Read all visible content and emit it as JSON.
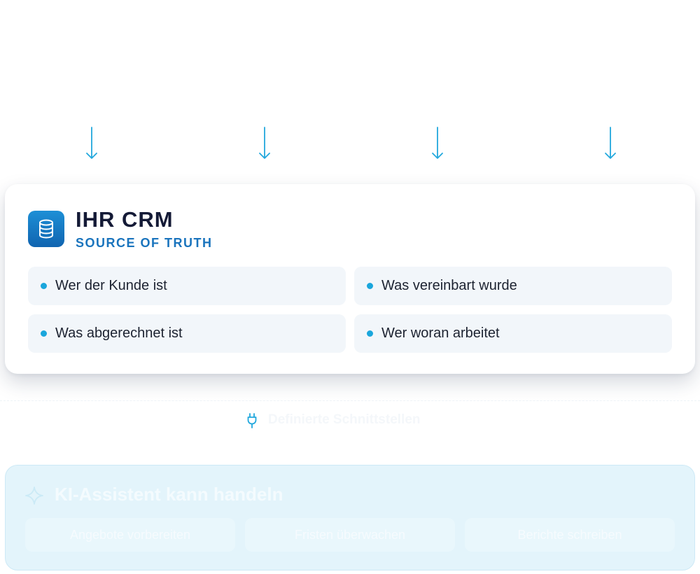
{
  "crm": {
    "title": "IHR CRM",
    "subtitle": "SOURCE OF TRUTH",
    "icon": "database-icon",
    "facts": [
      "Wer der Kunde ist",
      "Was vereinbart wurde",
      "Was abgerechnet ist",
      "Wer woran arbeitet"
    ]
  },
  "interface": {
    "icon": "plug-icon",
    "label": "Definierte Schnittstellen"
  },
  "ai_panel": {
    "icon": "sparkle-icon",
    "title": "KI-Assistent kann handeln",
    "actions": [
      "Angebote vorbereiten",
      "Fristen überwachen",
      "Berichte schreiben"
    ]
  },
  "colors": {
    "accent": "#1aa6dc",
    "brand": "#1a74bd",
    "title": "#141a36"
  }
}
